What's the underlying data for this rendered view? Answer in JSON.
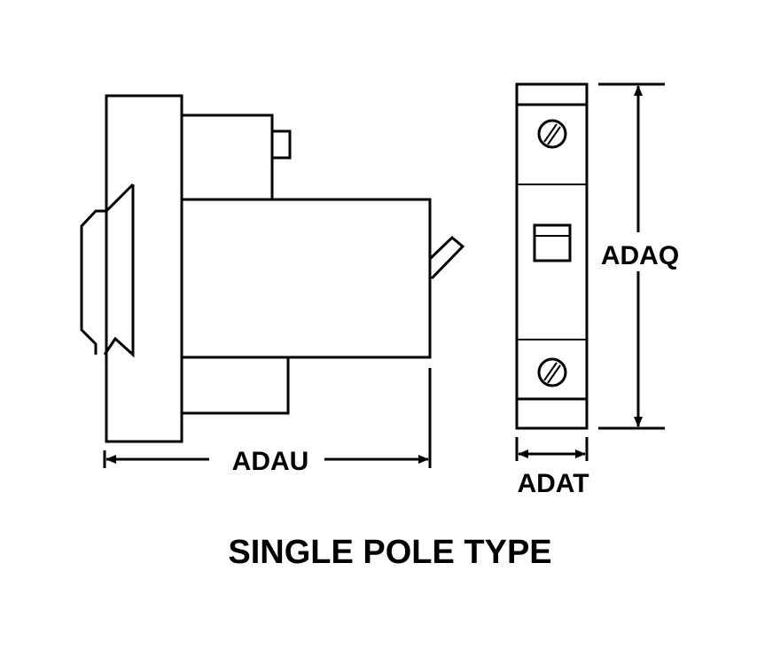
{
  "diagram": {
    "dimensions": {
      "width_label": "ADAU",
      "height_label": "ADAQ",
      "depth_label": "ADAT"
    },
    "caption": "SINGLE POLE TYPE",
    "stroke_color": "#000000",
    "background_color": "#ffffff"
  }
}
